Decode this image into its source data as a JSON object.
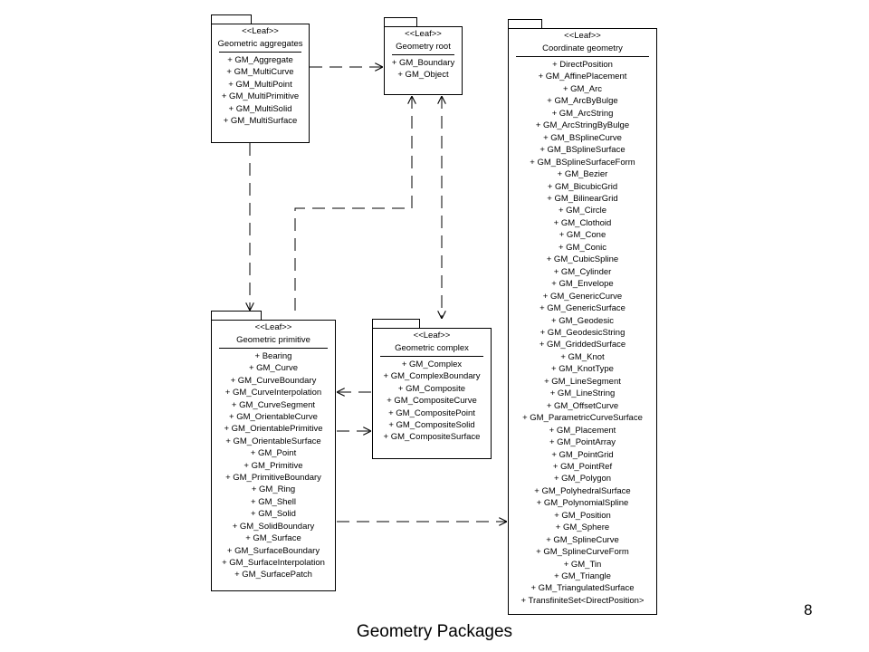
{
  "slide": {
    "title": "Geometry Packages",
    "number": "8"
  },
  "packages": [
    {
      "stereotype": "<<Leaf>>",
      "name": "Geometric aggregates",
      "items": [
        "+ GM_Aggregate",
        "+ GM_MultiCurve",
        "+ GM_MultiPoint",
        "+ GM_MultiPrimitive",
        "+ GM_MultiSolid",
        "+ GM_MultiSurface"
      ]
    },
    {
      "stereotype": "<<Leaf>>",
      "name": "Geometry root",
      "items": [
        "+ GM_Boundary",
        "+ GM_Object"
      ]
    },
    {
      "stereotype": "<<Leaf>>",
      "name": "Coordinate geometry",
      "items": [
        "+ DirectPosition",
        "+ GM_AffinePlacement",
        "+ GM_Arc",
        "+ GM_ArcByBulge",
        "+ GM_ArcString",
        "+ GM_ArcStringByBulge",
        "+ GM_BSplineCurve",
        "+ GM_BSplineSurface",
        "+ GM_BSplineSurfaceForm",
        "+ GM_Bezier",
        "+ GM_BicubicGrid",
        "+ GM_BilinearGrid",
        "+ GM_Circle",
        "+ GM_Clothoid",
        "+ GM_Cone",
        "+ GM_Conic",
        "+ GM_CubicSpline",
        "+ GM_Cylinder",
        "+ GM_Envelope",
        "+ GM_GenericCurve",
        "+ GM_GenericSurface",
        "+ GM_Geodesic",
        "+ GM_GeodesicString",
        "+ GM_GriddedSurface",
        "+ GM_Knot",
        "+ GM_KnotType",
        "+ GM_LineSegment",
        "+ GM_LineString",
        "+ GM_OffsetCurve",
        "+ GM_ParametricCurveSurface",
        "+ GM_Placement",
        "+ GM_PointArray",
        "+ GM_PointGrid",
        "+ GM_PointRef",
        "+ GM_Polygon",
        "+ GM_PolyhedralSurface",
        "+ GM_PolynomialSpline",
        "+ GM_Position",
        "+ GM_Sphere",
        "+ GM_SplineCurve",
        "+ GM_SplineCurveForm",
        "+ GM_Tin",
        "+ GM_Triangle",
        "+ GM_TriangulatedSurface",
        "+ TransfiniteSet<DirectPosition>"
      ]
    },
    {
      "stereotype": "<<Leaf>>",
      "name": "Geometric primitive",
      "items": [
        "+ Bearing",
        "+ GM_Curve",
        "+ GM_CurveBoundary",
        "+ GM_CurveInterpolation",
        "+ GM_CurveSegment",
        "+ GM_OrientableCurve",
        "+ GM_OrientablePrimitive",
        "+ GM_OrientableSurface",
        "+ GM_Point",
        "+ GM_Primitive",
        "+ GM_PrimitiveBoundary",
        "+ GM_Ring",
        "+ GM_Shell",
        "+ GM_Solid",
        "+ GM_SolidBoundary",
        "+ GM_Surface",
        "+ GM_SurfaceBoundary",
        "+ GM_SurfaceInterpolation",
        "+ GM_SurfacePatch"
      ]
    },
    {
      "stereotype": "<<Leaf>>",
      "name": "Geometric complex",
      "items": [
        "+ GM_Complex",
        "+ GM_ComplexBoundary",
        "+ GM_Composite",
        "+ GM_CompositeCurve",
        "+ GM_CompositePoint",
        "+ GM_CompositeSolid",
        "+ GM_CompositeSurface"
      ]
    }
  ]
}
